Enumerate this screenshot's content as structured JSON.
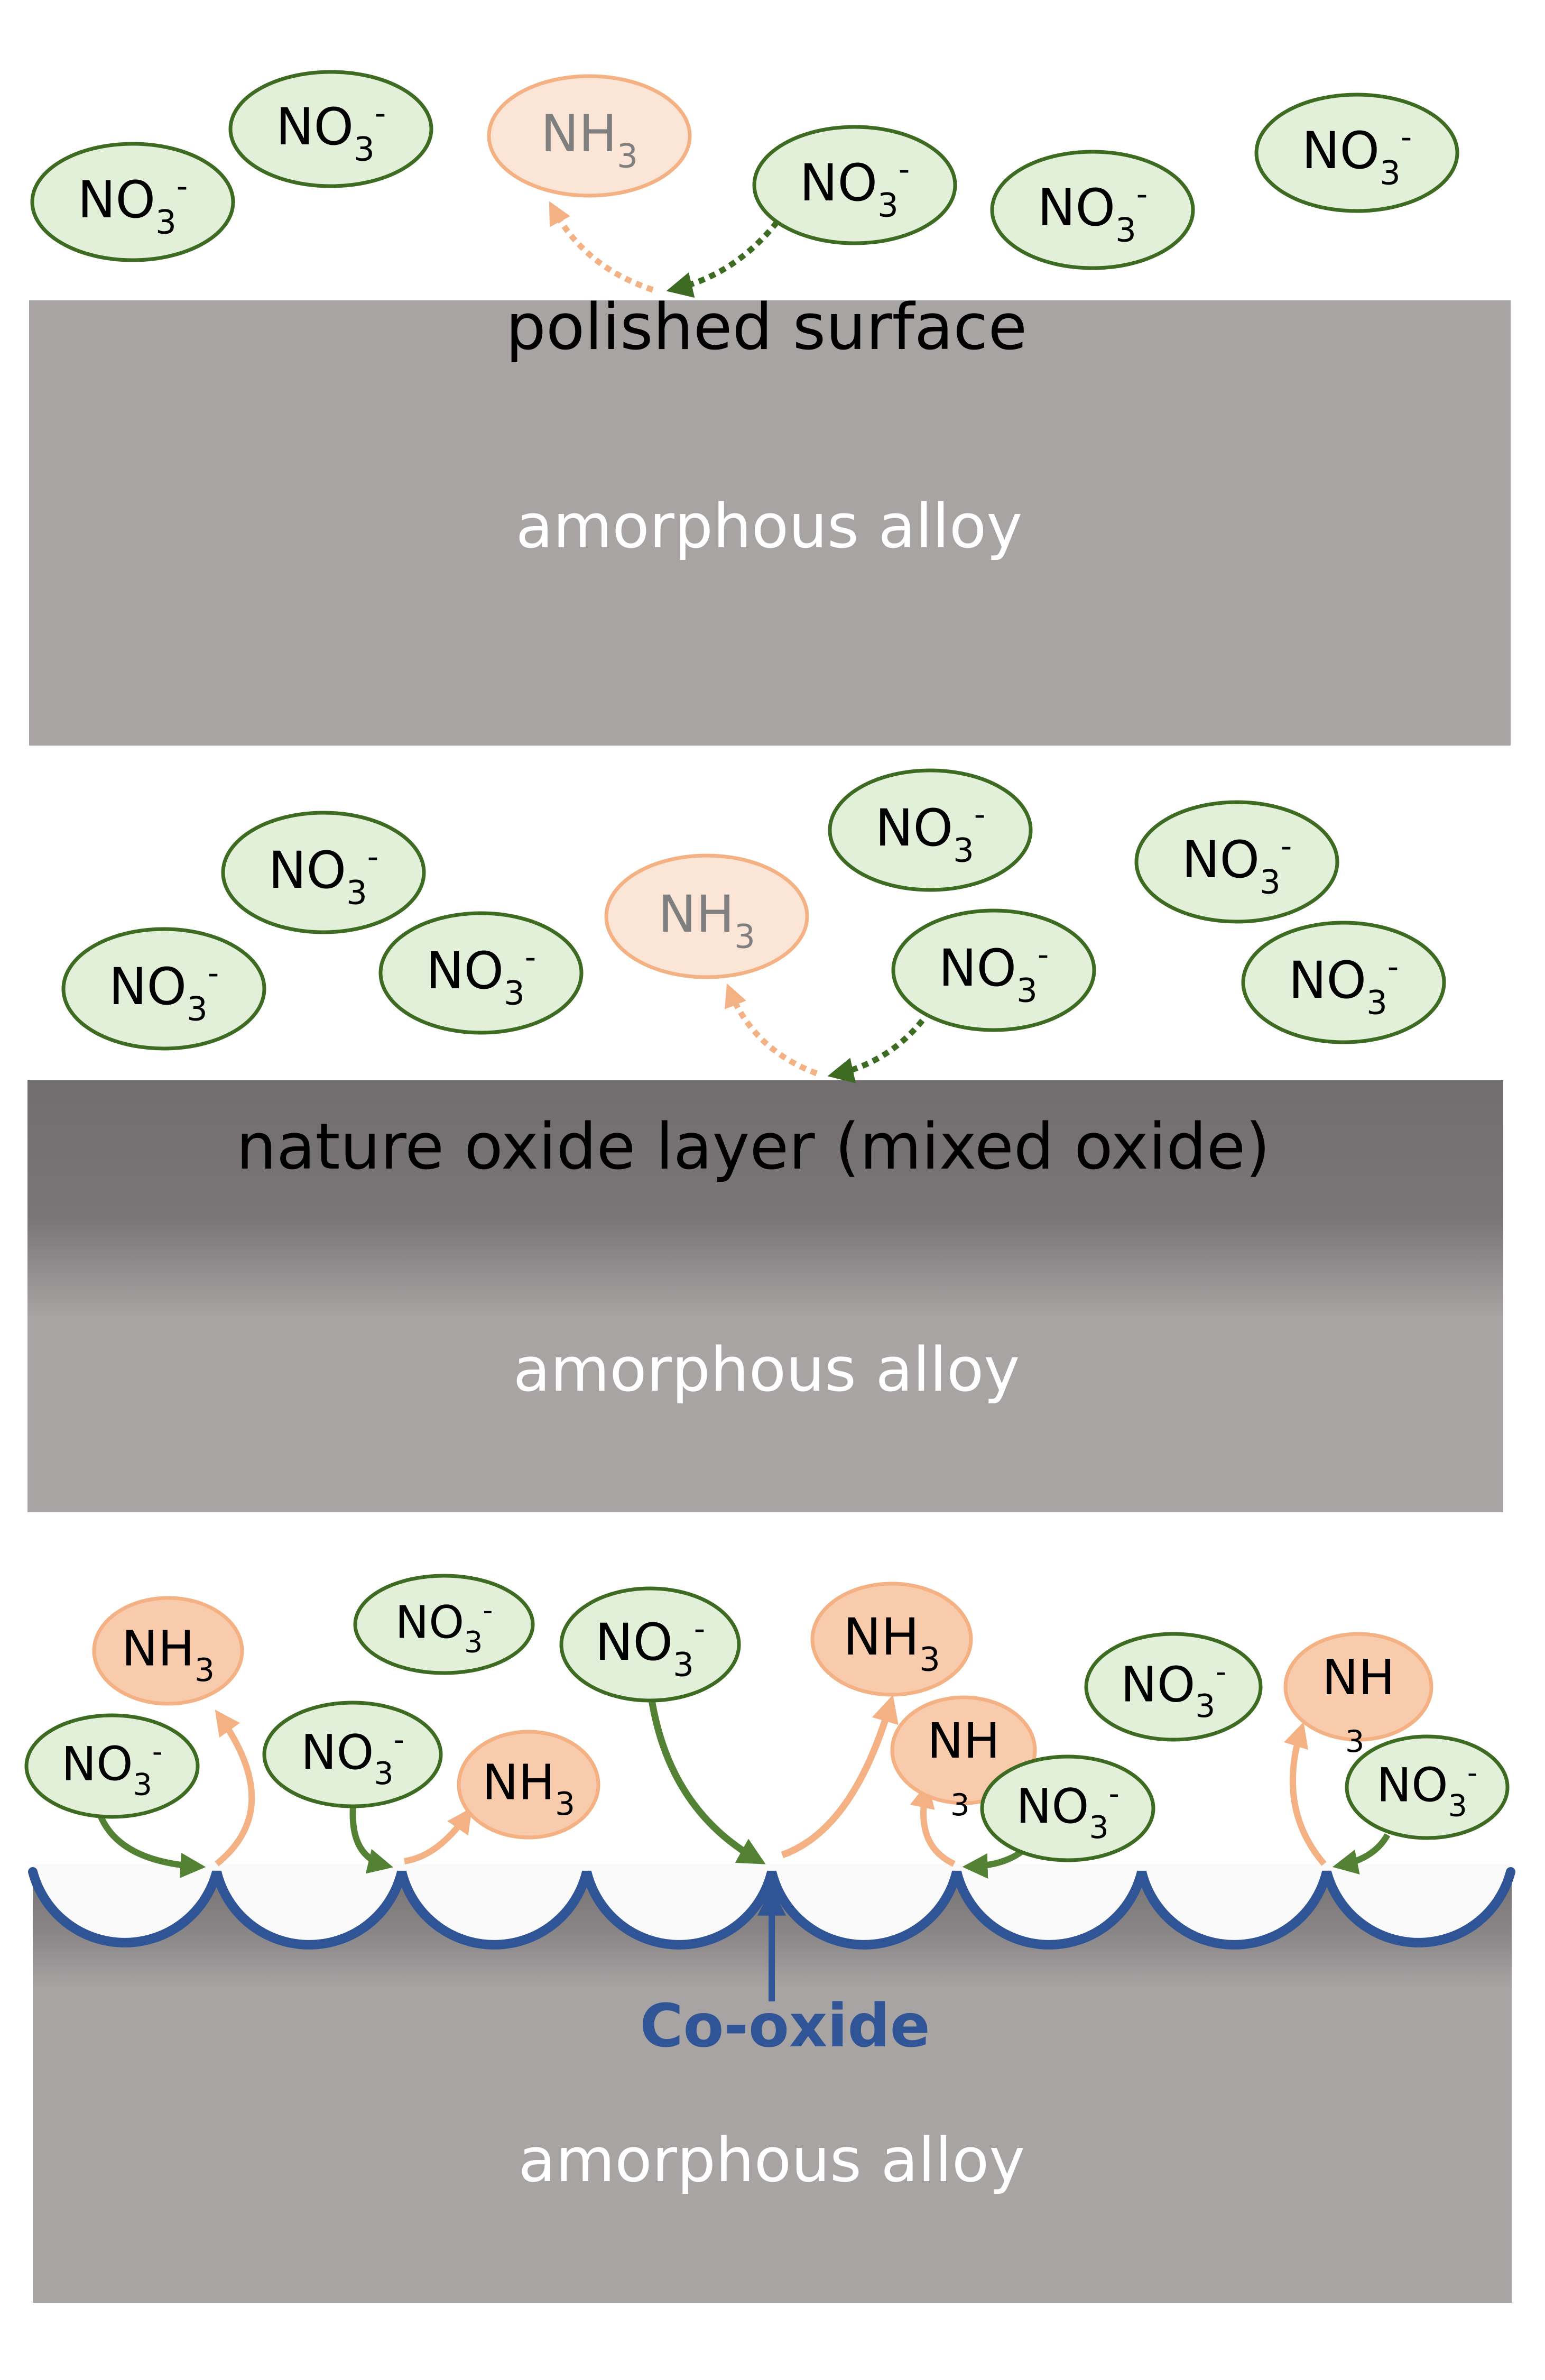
{
  "colors": {
    "alloy": "#a8a4a4",
    "oxide_dark": "#726e6f",
    "no3_fill": "#e2efd9",
    "no3_stroke": "#3e6b22",
    "nh3_faded_fill": "#fbe5d6",
    "nh3_faded_stroke": "#f4b183",
    "nh3_fill": "#f8cbad",
    "nh3_stroke": "#f4b183",
    "green_arrow": "#548235",
    "orange_arrow": "#f4b183",
    "co_oxide": "#2f5597",
    "faded_text": "#7f7f7f"
  },
  "species": {
    "no3_base": "NO",
    "no3_sub": "3",
    "no3_sup": "-",
    "nh3_base": "NH",
    "nh3_sub": "3"
  },
  "panels": [
    {
      "id": "polished",
      "surface_label": "polished surface",
      "bulk_label": "amorphous alloy"
    },
    {
      "id": "native-oxide",
      "surface_label": "nature oxide layer (mixed oxide)",
      "bulk_label": "amorphous alloy"
    },
    {
      "id": "co-oxide",
      "surface_label": "",
      "bulk_label": "amorphous alloy",
      "callout_label": "Co-oxide"
    }
  ]
}
